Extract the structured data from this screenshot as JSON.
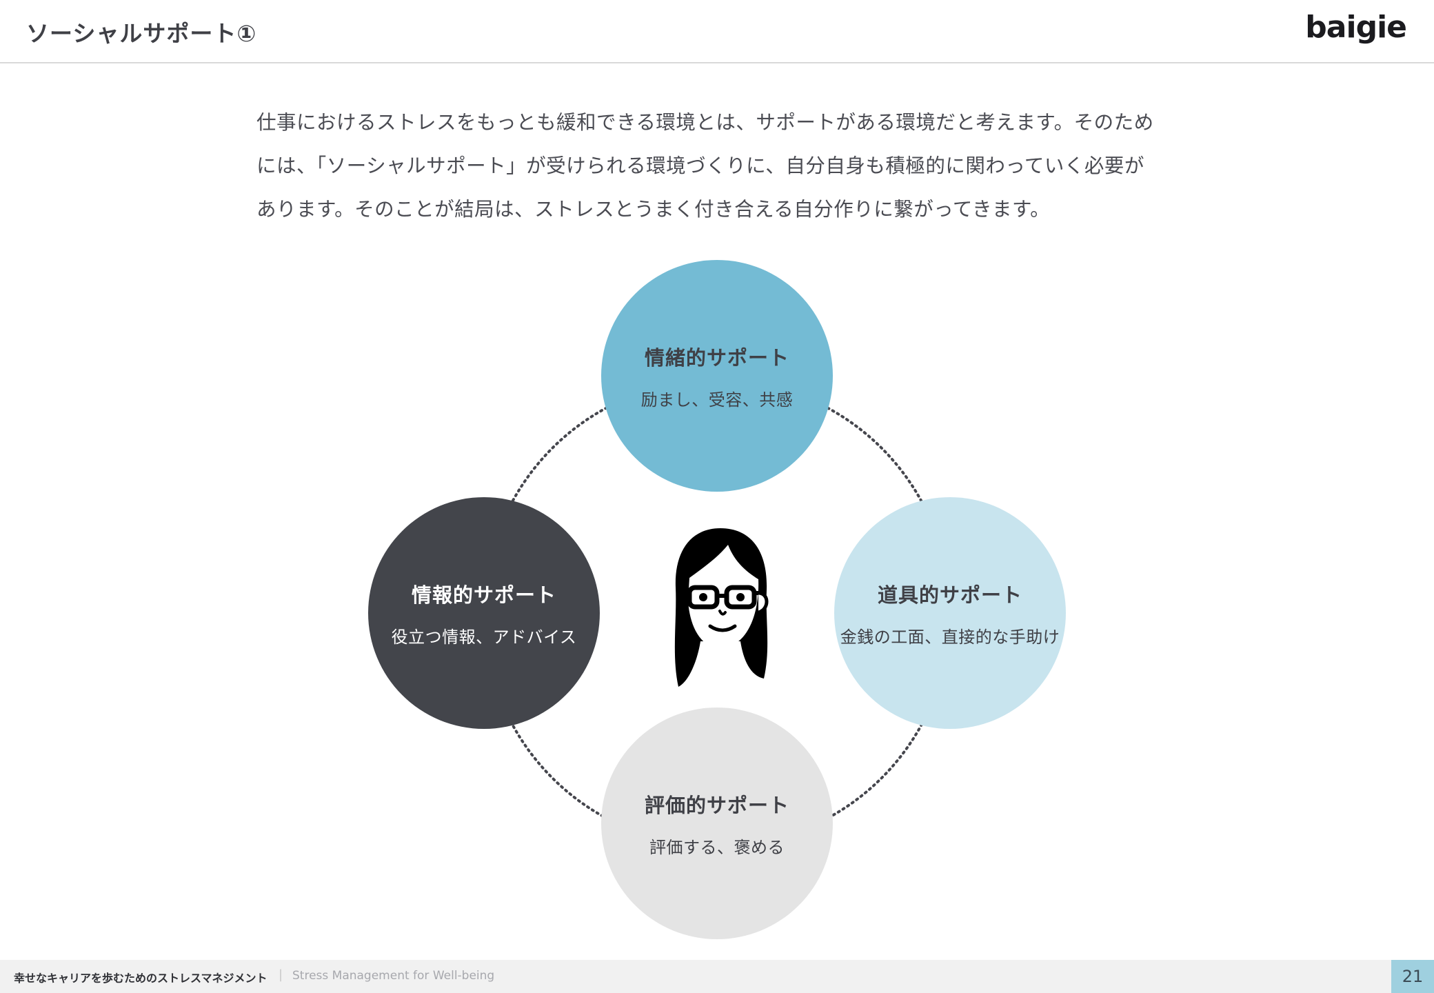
{
  "header": {
    "title": "ソーシャルサポート①",
    "logo": "baigie"
  },
  "intro": {
    "lines": [
      "仕事におけるストレスをもっとも緩和できる環境とは、サポートがある環境だと考えます。そのため",
      "には、「ソーシャルサポート」が受けられる環境づくりに、自分自身も積極的に関わっていく必要が",
      "あります。そのことが結局は、ストレスとうまく付き合える自分作りに繋がってきます。"
    ]
  },
  "diagram": {
    "nodes": {
      "top": {
        "title": "情緒的サポート",
        "desc": "励まし、受容、共感",
        "color": "#74bbd4",
        "text_color": "#3f4046"
      },
      "left": {
        "title": "情報的サポート",
        "desc": "役立つ情報、アドバイス",
        "color": "#43454b",
        "text_color": "#ffffff"
      },
      "right": {
        "title": "道具的サポート",
        "desc": "金銭の工面、直接的な手助け",
        "color": "#c8e4ee",
        "text_color": "#3f4046"
      },
      "bottom": {
        "title": "評価的サポート",
        "desc": "評価する、褒める",
        "color": "#e4e4e4",
        "text_color": "#3f4046"
      }
    },
    "center_icon": "woman-with-glasses-icon"
  },
  "footer": {
    "title_jp": "幸せなキャリアを歩むためのストレスマネジメント",
    "separator": "|",
    "title_en": "Stress Management for Well-being",
    "page_number": "21"
  }
}
